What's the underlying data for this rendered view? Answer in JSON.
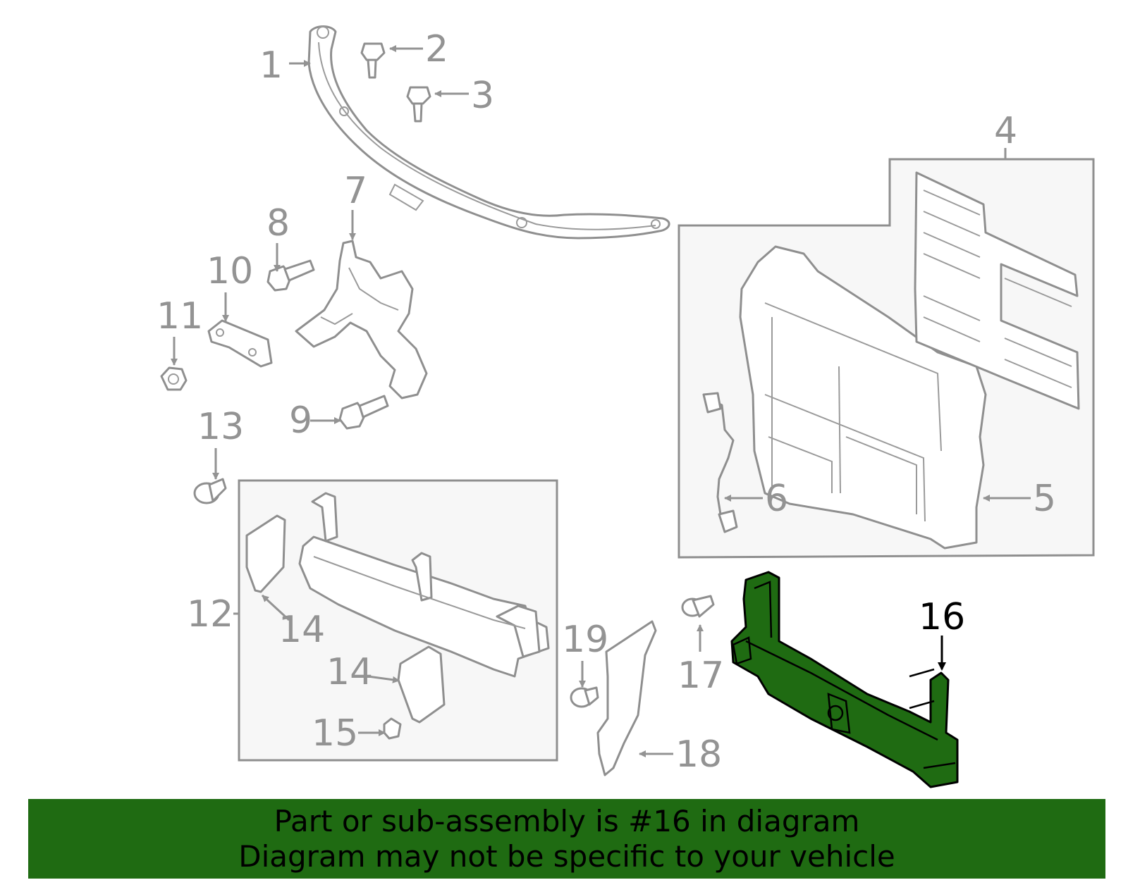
{
  "colors": {
    "highlight": "#1f6b12",
    "outline": "#8f8f8f",
    "group_box_fill": "#f7f7f7"
  },
  "callouts": [
    "1",
    "2",
    "3",
    "4",
    "5",
    "6",
    "7",
    "8",
    "9",
    "10",
    "11",
    "12",
    "13",
    "14",
    "14",
    "15",
    "16",
    "17",
    "18",
    "19"
  ],
  "highlighted_part": "16",
  "banner": {
    "line1": "Part or sub-assembly is #16 in diagram",
    "line2": "Diagram may not be specific to your vehicle"
  }
}
